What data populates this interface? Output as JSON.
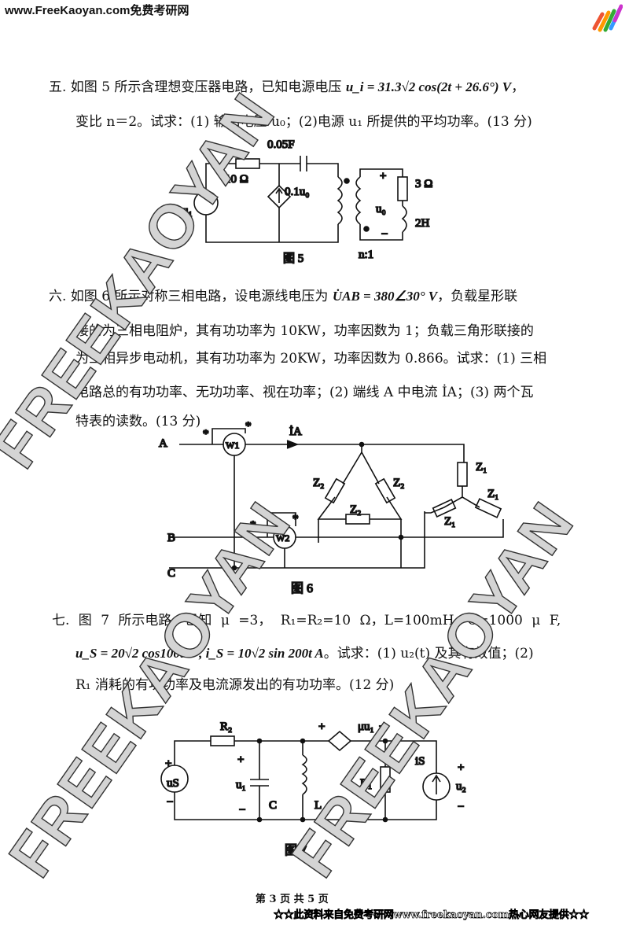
{
  "header": {
    "site": "www.FreeKaoyan.com免费考研网"
  },
  "watermark": "FREEKAOYAN",
  "q5": {
    "line1": "五. 如图 5 所示含理想变压器电路，已知电源电压",
    "formula": "u_i = 31.3√2 cos(2t + 26.6°) V",
    "line1_end": "，",
    "line2": "变比 n＝2。试求：(1) 输出电压 u₀；(2)电源 u₁ 所提供的平均功率。(13 分)",
    "fig": {
      "cap_label": "0.05F",
      "resistor": "10 Ω",
      "plus": "+",
      "minus": "−",
      "source": "u₁",
      "dep_source": "0.1u₀",
      "r2": "3 Ω",
      "l2": "2H",
      "out": "u₀",
      "ratio": "n:1",
      "caption": "图 5"
    }
  },
  "q6": {
    "line1": "六. 如图 6 所示对称三相电路，设电源线电压为",
    "formula": "U̇AB = 380∠30° V",
    "line1_end": "，负载星形联",
    "line2": "接的为三相电阻炉，其有功功率为 10KW，功率因数为 1；负载三角形联接的",
    "line3": "为三相异步电动机，其有功功率为 20KW，功率因数为 0.866。试求：(1) 三相",
    "line4": "电路总的有功功率、无功功率、视在功率；(2) 端线 A 中电流 İA；(3) 两个瓦",
    "line5": "特表的读数。(13 分)",
    "fig": {
      "a": "A",
      "b": "B",
      "c": "C",
      "w1": "W1",
      "w2": "W2",
      "star": "*",
      "ia": "İA",
      "z2": "Z₂",
      "z1": "Z₁",
      "caption": "图 6"
    }
  },
  "q7": {
    "line1": "七. 图 7 所示电路，已知 μ =3， R₁=R₂=10 Ω，L=100mH, C=1000 μ F,",
    "formula": "u_S = 20√2 cos100t V , i_S = 10√2 sin 200t A",
    "line2_end": "。试求：(1) u₂(t) 及其有效值；(2)",
    "line3": "R₁ 消耗的有功功率及电流源发出的有功功率。(12 分)",
    "fig": {
      "r2": "R₂",
      "us": "uS",
      "plus": "+",
      "minus": "−",
      "u1": "u₁",
      "c": "C",
      "l": "L",
      "dep": "μu₁",
      "r1": "R₁",
      "is": "iS",
      "u2": "u₂",
      "caption": "图 7"
    }
  },
  "footer": {
    "page": "第 3 页 共 5 页",
    "banner": "☆☆此资料来自免费考研网www.freekaoyan.com热心网友提供☆☆"
  }
}
